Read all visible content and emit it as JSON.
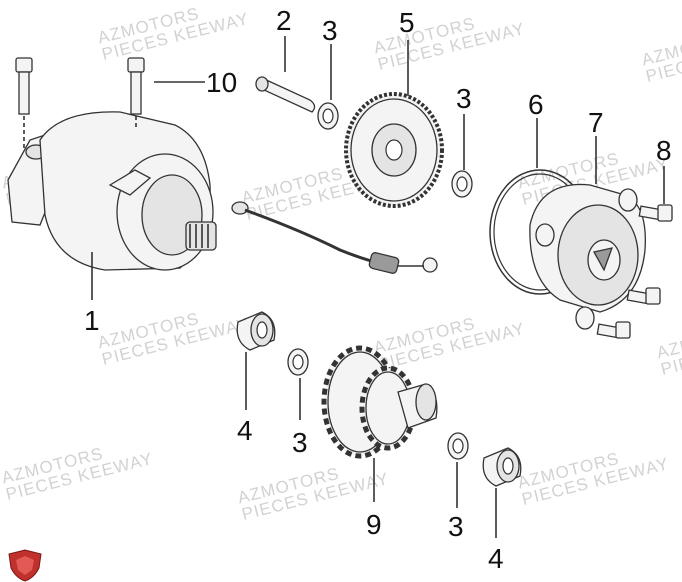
{
  "watermark": {
    "line1": "AZMOTORS",
    "line2": "PIECES KEEWAY"
  },
  "callouts": {
    "c1": "1",
    "c2": "2",
    "c3a": "3",
    "c3b": "3",
    "c3c": "3",
    "c3d": "3",
    "c4a": "4",
    "c4b": "4",
    "c5": "5",
    "c6": "6",
    "c7": "7",
    "c8": "8",
    "c9": "9",
    "c10": "10"
  },
  "colors": {
    "ink": "#333333",
    "watermark": "#d2d2d2",
    "logo": "#c0302c"
  }
}
